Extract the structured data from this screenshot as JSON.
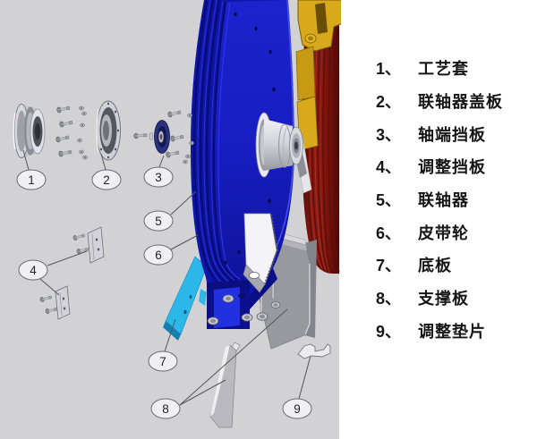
{
  "diagram": {
    "background_color": "#d2d2d4",
    "part_colors": {
      "belt_pulley_blue": "#141bbd",
      "motor_red": "#7e120e",
      "bracket_yellow": "#d9a91c",
      "base_plate_cyan": "#2cb7e9"
    },
    "balloons": [
      {
        "number": "1"
      },
      {
        "number": "2"
      },
      {
        "number": "3"
      },
      {
        "number": "4"
      },
      {
        "number": "5"
      },
      {
        "number": "6"
      },
      {
        "number": "7"
      },
      {
        "number": "8"
      },
      {
        "number": "9"
      }
    ]
  },
  "legend": {
    "items": [
      {
        "num": "1、",
        "label": "工艺套"
      },
      {
        "num": "2、",
        "label": "联轴器盖板"
      },
      {
        "num": "3、",
        "label": "轴端挡板"
      },
      {
        "num": "4、",
        "label": "调整挡板"
      },
      {
        "num": "5、",
        "label": "联轴器"
      },
      {
        "num": "6、",
        "label": "皮带轮"
      },
      {
        "num": "7、",
        "label": "底板"
      },
      {
        "num": "8、",
        "label": "支撑板"
      },
      {
        "num": "9、",
        "label": "调整垫片"
      }
    ]
  }
}
